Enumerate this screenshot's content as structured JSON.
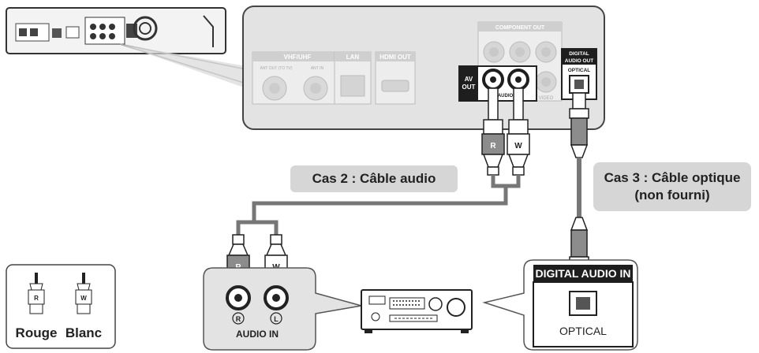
{
  "player_panel": {
    "vhf_uhf": "VHF/UHF",
    "ant_out": "ANT OUT (TO TV)",
    "ant_in": "ANT IN",
    "lan": "LAN",
    "hdmi_out": "HDMI OUT",
    "component_out": "COMPONENT OUT",
    "av_out_line1": "AV",
    "av_out_line2": "OUT",
    "audio_label": "L – AUDIO – R",
    "video": "VIDEO",
    "digital_audio_out_line1": "DIGITAL",
    "digital_audio_out_line2": "AUDIO OUT",
    "optical": "OPTICAL"
  },
  "plugs": {
    "red": "R",
    "white": "W"
  },
  "callouts": {
    "case2": "Cas 2 : Câble audio",
    "case3_line1": "Cas 3 : Câble optique",
    "case3_line2": "(non fourni)"
  },
  "receiver_audio": {
    "r_mark": "R",
    "l_mark": "L",
    "audio_in": "AUDIO IN"
  },
  "receiver_digital": {
    "header": "DIGITAL AUDIO IN",
    "optical": "OPTICAL"
  },
  "legend": {
    "red": "Rouge",
    "white": "Blanc"
  },
  "colors": {
    "panel_bg": "#e3e3e3",
    "pill_bg": "#d6d6d6",
    "dark": "#1e1e1e",
    "cable": "#777777"
  }
}
